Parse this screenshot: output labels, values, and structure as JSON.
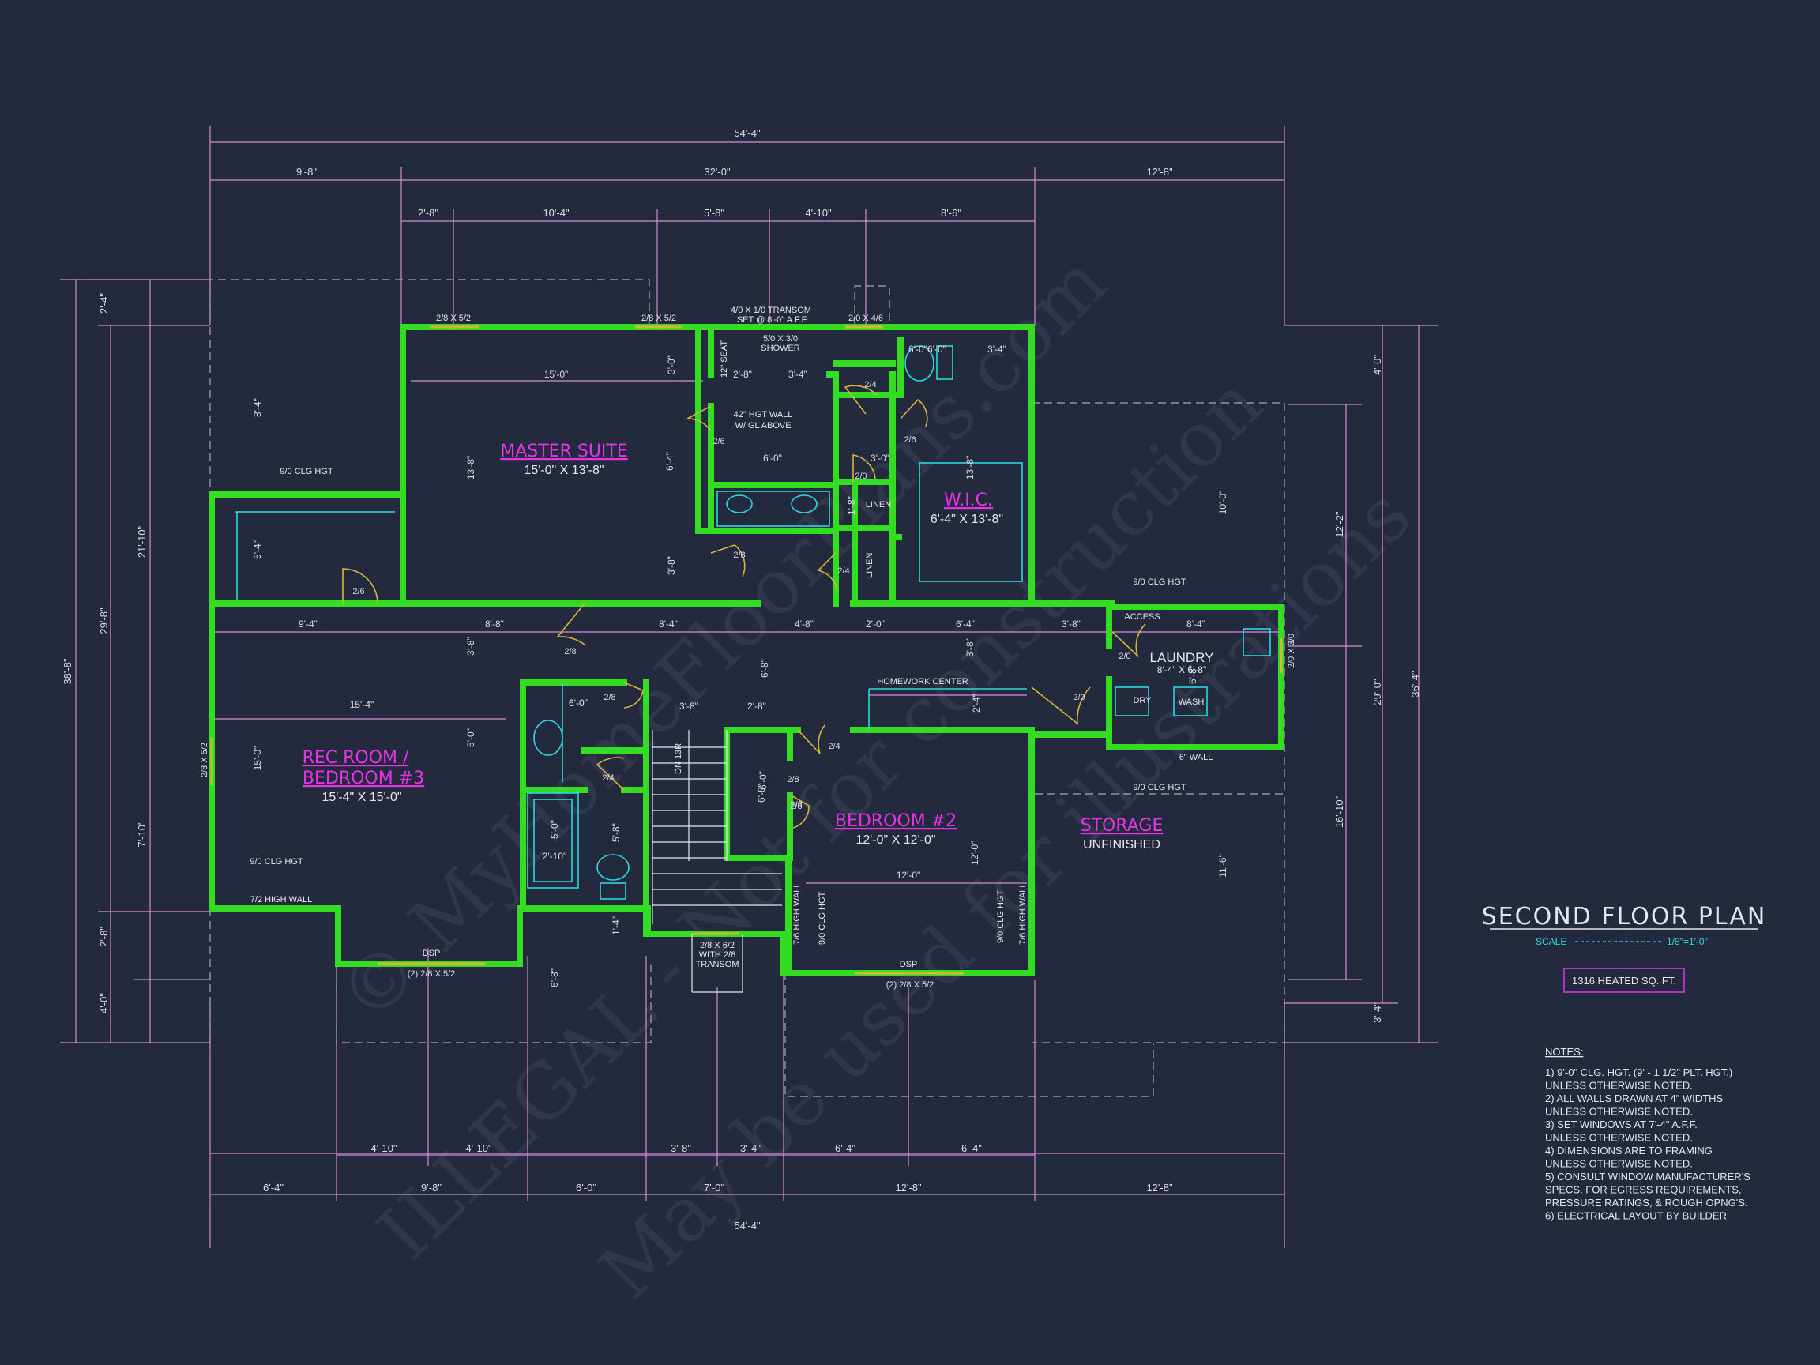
{
  "colors": {
    "background": "#232a3e",
    "wall": "#33dd22",
    "dimension_line": "#d58cd5",
    "room_label": "#e633e6",
    "fixture": "#2ad7e0",
    "window": "#d6b63a"
  },
  "title": {
    "main": "SECOND FLOOR PLAN",
    "scale_label": "SCALE",
    "scale_value": "1/8\"=1'-0\"",
    "heated_area": "1316 HEATED SQ. FT."
  },
  "watermark": {
    "line1": "© MyHomeFloorPlans.com",
    "line2": "ILLEGAL - Not for construction",
    "line3": "May be used for illustrations"
  },
  "rooms": {
    "master_suite": {
      "name": "MASTER SUITE",
      "size": "15'-0\" X 13'-8\""
    },
    "wic": {
      "name": "W.I.C.",
      "size": "6'-4\" X 13'-8\""
    },
    "rec_room": {
      "name_line1": "REC ROOM /",
      "name_line2": "BEDROOM #3",
      "size": "15'-4\" X 15'-0\""
    },
    "bedroom2": {
      "name": "BEDROOM #2",
      "size": "12'-0\" X 12'-0\""
    },
    "storage": {
      "name": "STORAGE",
      "sub": "UNFINISHED"
    },
    "laundry": {
      "name": "LAUNDRY",
      "size": "8'-4\" X 6'-8\""
    }
  },
  "labels": {
    "transom_top_1": "4/0 X 1/0 TRANSOM",
    "transom_top_2": "SET @ 8'-0\" A.F.F.",
    "shower_1": "5/0 X 3/0",
    "shower_2": "SHOWER",
    "seat": "12\" SEAT",
    "hgt_wall_1": "42\" HGT WALL",
    "hgt_wall_2": "W/ GL ABOVE",
    "linen1": "LINEN",
    "linen2": "LINEN",
    "access": "ACCESS",
    "dry": "DRY",
    "wash": "WASH",
    "six_wall": "6\" WALL",
    "homework": "HOMEWORK CENTER",
    "dn": "DN 13R",
    "transom_bot_1": "2/8 X 6/2",
    "transom_bot_2": "WITH 2/8",
    "transom_bot_3": "TRANSOM",
    "clg_1": "9/0 CLG HGT",
    "clg_2": "9/0 CLG HGT",
    "clg_3": "9/0 CLG HGT",
    "clg_4": "9/0 CLG HGT",
    "clg_5": "9/0 CLG HGT",
    "clg_6": "9/0 CLG HGT",
    "high_wall_1": "7/2 HIGH WALL",
    "high_wall_2": "7/6 HIGH WALL",
    "high_wall_3": "7/6 HIGH WALL",
    "dsp1": "DSP",
    "dsp2": "DSP",
    "win_bot_1": "(2) 2/8 X 5/2",
    "win_bot_2": "(2) 2/8 X 5/2",
    "win_top_1": "2/8 X 5/2",
    "win_top_2": "2/8 X 5/2",
    "win_top_3": "2/0 X 4/6",
    "win_left": "2/8 X 5/2",
    "win_right": "2/0 X 3/0"
  },
  "doors": [
    "2/6",
    "2/6",
    "2/4",
    "2/6",
    "2/0",
    "2/8",
    "2/4",
    "2/8",
    "2/8",
    "2/4",
    "2/4",
    "2/8",
    "2/0",
    "2/0",
    "2/8",
    "2/8"
  ],
  "dimensions": {
    "top_overall": "54'-4\"",
    "top_row1": [
      "9'-8\"",
      "32'-0\"",
      "12'-8\""
    ],
    "top_row2": [
      "2'-8\"",
      "10'-4\"",
      "5'-8\"",
      "4'-10\"",
      "8'-6\""
    ],
    "bottom_overall": "54'-4\"",
    "bottom_row1": [
      "6'-4\"",
      "9'-8\"",
      "6'-0\"",
      "7'-0\"",
      "12'-8\"",
      "12'-8\""
    ],
    "bottom_row2": [
      "4'-10\"",
      "4'-10\"",
      "3'-8\"",
      "3'-4\"",
      "6'-4\"",
      "6'-4\""
    ],
    "left_overall": "38'-8\"",
    "left_row1": [
      "29'-8\""
    ],
    "left_row2": [
      "2'-4\"",
      "21'-10\"",
      "7'-10\"",
      "2'-8\"",
      "4'-0\""
    ],
    "right_overall": "36'-4\"",
    "right_row1": [
      "4'-0\"",
      "29'-0\"",
      "3'-4\""
    ],
    "right_row2": [
      "12'-2\"",
      "16'-10\""
    ],
    "interior": {
      "d1": "15'-0\"",
      "d2": "3'-0\"",
      "d3": "2'-8\"",
      "d4": "3'-4\"",
      "d5": "6'-0\"",
      "d6": "3'-4\"",
      "d7": "8'-4\"",
      "d8": "13'-8\"",
      "d9": "6'-4\"",
      "d10": "6'-0\"",
      "d11": "3'-0\"",
      "d12": "1'-8\"",
      "d13": "13'-8\"",
      "d14": "3'-8\"",
      "d15": "5'-4\"",
      "d16": "10'-0\"",
      "d17": "9'-4\"",
      "d18": "8'-8\"",
      "d19": "8'-4\"",
      "d20": "4'-8\"",
      "d21": "2'-0\"",
      "d22": "6'-4\"",
      "d23": "3'-8\"",
      "d24": "8'-4\"",
      "d25": "3'-8\"",
      "d26": "6'-8\"",
      "d27": "15'-4\"",
      "d28": "6'-0\"",
      "d29": "6'-0\"",
      "d30": "3'-8\"",
      "d31": "2'-8\"",
      "d32": "2'-4\"",
      "d33": "6'-8\"",
      "d34": "15'-0\"",
      "d35": "5'-0\"",
      "d36": "6'-0\"",
      "d37": "5'-0\"",
      "d38": "2'-10\"",
      "d39": "5'-8\"",
      "d40": "6'-8\"",
      "d41": "12'-0\"",
      "d42": "12'-0\"",
      "d43": "1'-4\"",
      "d44": "6'-8\"",
      "d45": "11'-6\"",
      "d46": "3'-8\"",
      "d47": "6'-0\""
    }
  },
  "notes": {
    "heading": "NOTES:",
    "lines": [
      "1) 9'-0\"  CLG. HGT. (9' - 1 1/2\" PLT. HGT.)",
      "    UNLESS OTHERWISE NOTED.",
      "2) ALL WALLS DRAWN AT 4\" WIDTHS",
      "    UNLESS OTHERWISE NOTED.",
      "3) SET WINDOWS AT 7'-4\" A.F.F.",
      "    UNLESS OTHERWISE NOTED.",
      "4) DIMENSIONS ARE TO FRAMING",
      "    UNLESS OTHERWISE NOTED.",
      "5) CONSULT WINDOW MANUFACTURER'S",
      "    SPECS. FOR EGRESS REQUIREMENTS,",
      "    PRESSURE RATINGS, & ROUGH OPNG'S.",
      "6) ELECTRICAL LAYOUT BY BUILDER"
    ]
  }
}
